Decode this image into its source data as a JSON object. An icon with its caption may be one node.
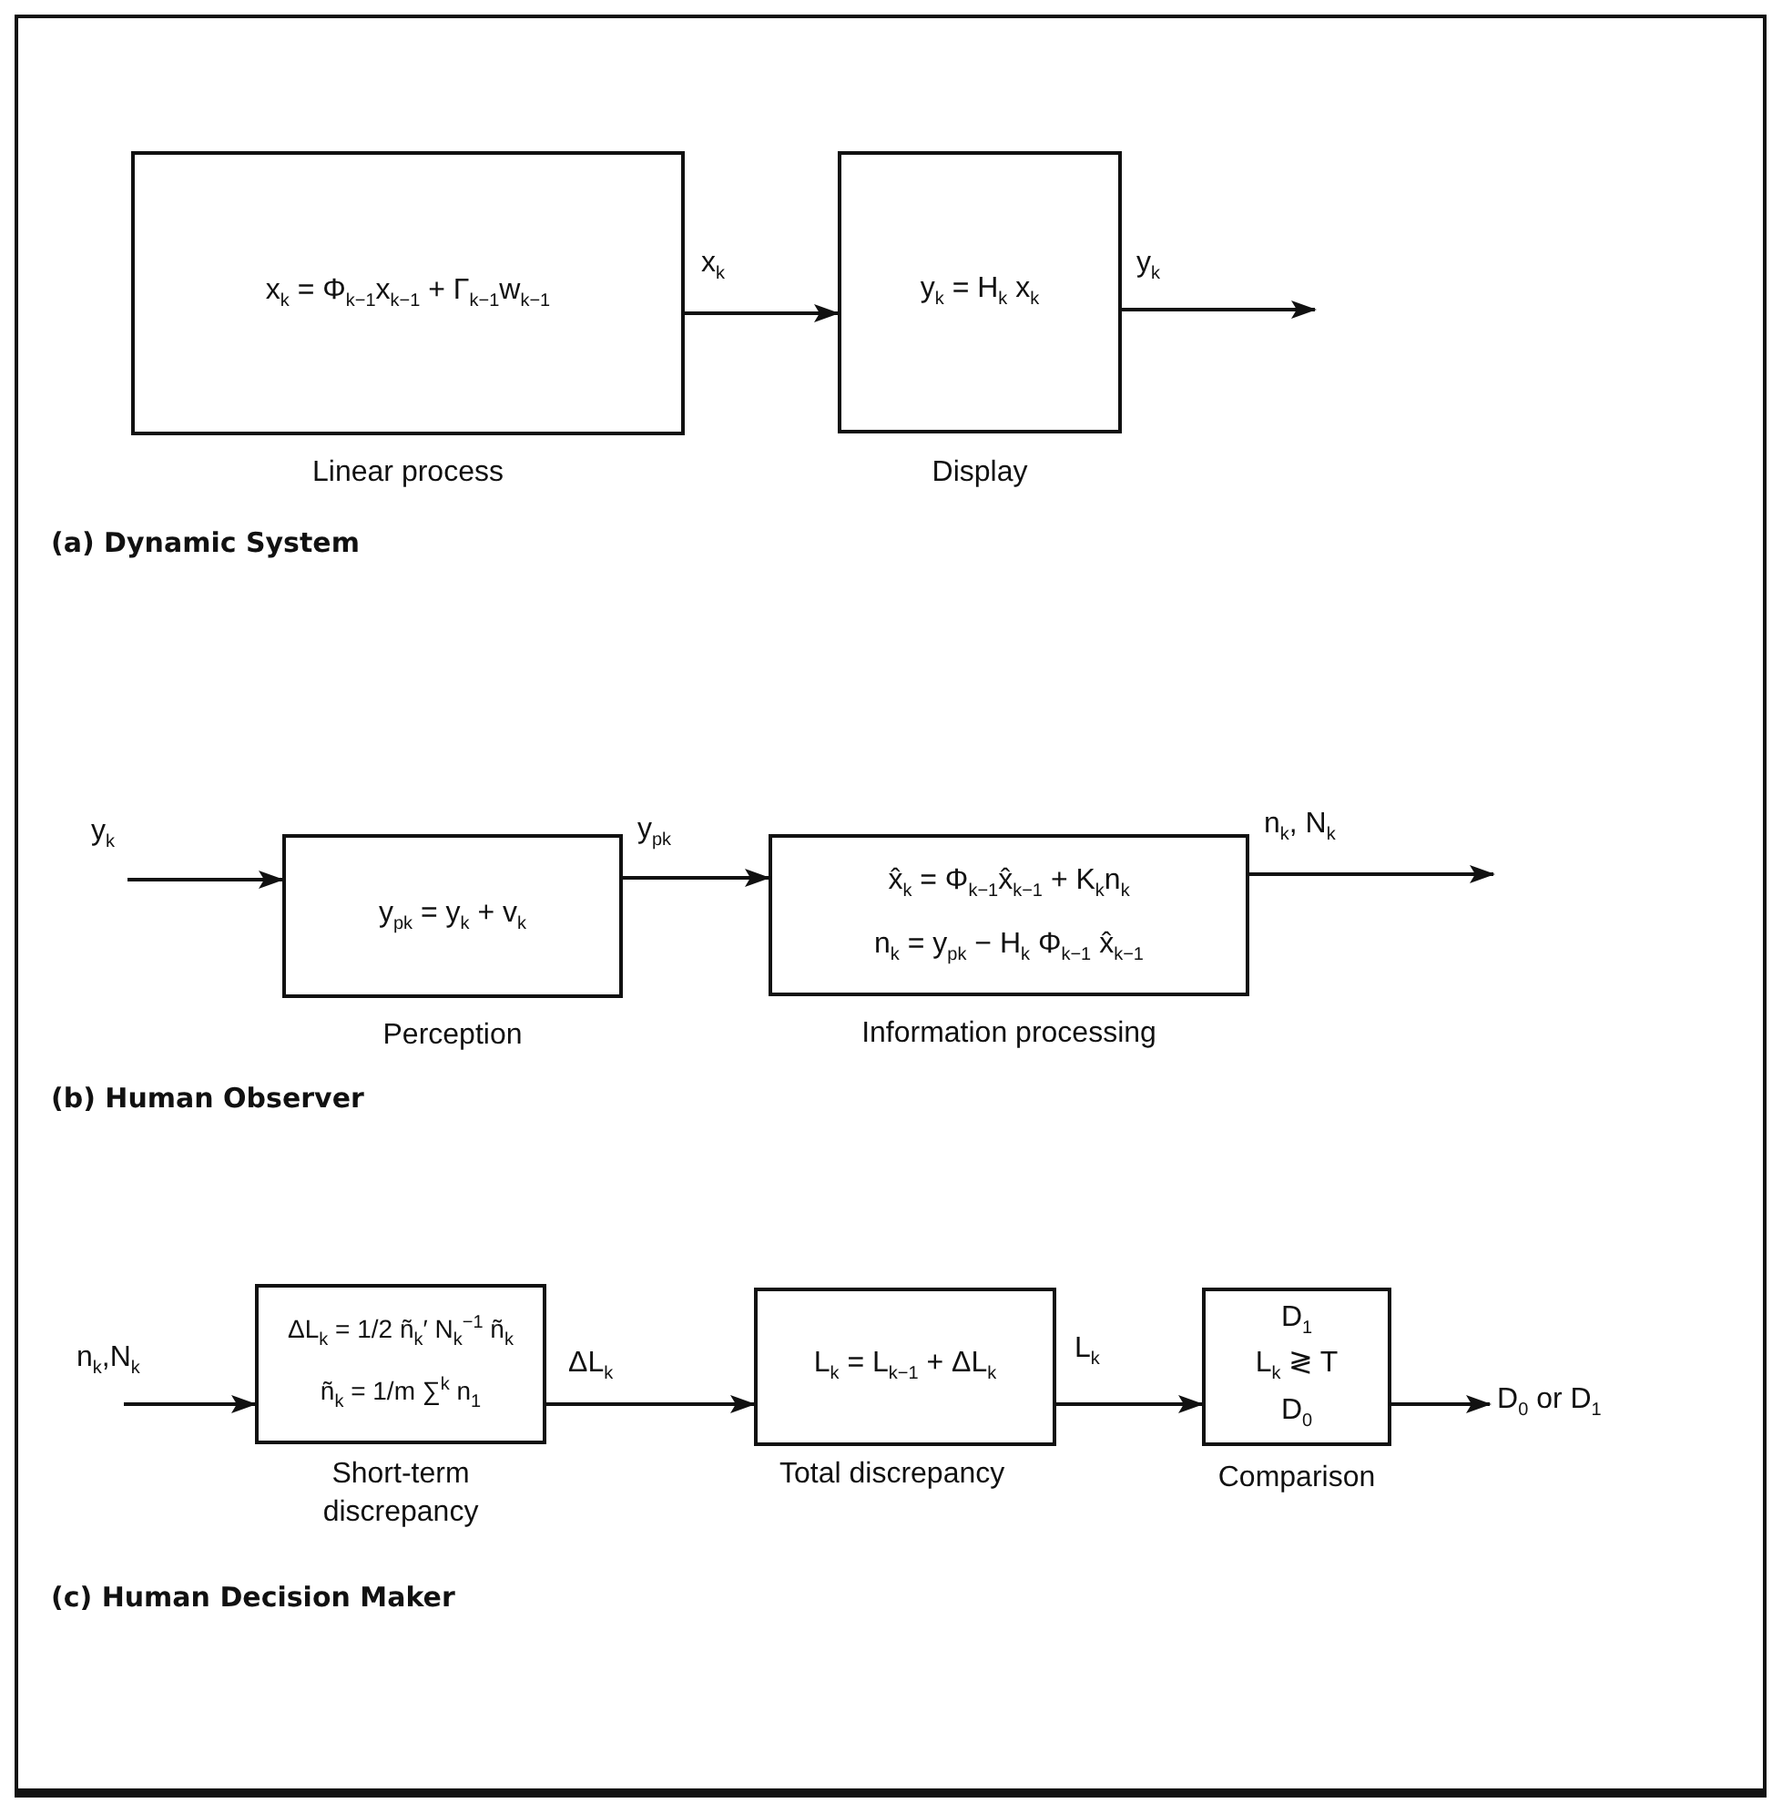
{
  "diagram": {
    "nodes": [
      {
        "text": [
          "x$_{k}$ = Φ$_{k−1}$x$_{k−1}$ + Γ$_{k−1}$w$_{k−1}$"
        ],
        "beside": [
          "Linear process"
        ]
      },
      {
        "text": [
          "y$_{k}$ = H$_{k}$ x$_{k}$"
        ],
        "beside": [
          "Display"
        ]
      },
      {
        "text": [
          "y$_{pk}$ = y$_{k}$ + v$_{k}$"
        ],
        "beside": [
          "Perception"
        ]
      },
      {
        "text": [
          "x̂$_{k}$ = Φ$_{k−1}$x̂$_{k−1}$ + K$_{k}$n$_{k}$",
          "n$_{k}$ = y$_{pk}$ − H$_{k}$ Φ$_{k−1}$ x̂$_{k−1}$"
        ],
        "beside": [
          "Information processing"
        ]
      },
      {
        "text": [
          "ΔL$_{k}$ = 1/2 ñ$_{k}$′ N$_{k}$$^{−1}$ ñ$_{k}$",
          "ñ$_{k}$ = 1/m ∑$^{k}$ n$_{1}$"
        ],
        "beside": [
          "Short-term discrepancy"
        ]
      },
      {
        "text": [
          "L$_{k}$ = L$_{k−1}$ + ΔL$_{k}$"
        ],
        "beside": [
          "Total discrepancy"
        ]
      },
      {
        "text": [
          "D$_{1}$",
          "L$_{k}$ ≷ T",
          "D$_{0}$"
        ],
        "beside": [
          "Comparison"
        ]
      }
    ],
    "edges": [
      {
        "from": 0,
        "to": 1,
        "arrow": "to",
        "label": "x$_{k}$"
      },
      {
        "from": 1,
        "to": null,
        "arrow": "to",
        "label": "y$_{k}$"
      },
      {
        "from": null,
        "to": 2,
        "arrow": "to",
        "label": "y$_{k}$"
      },
      {
        "from": 2,
        "to": 3,
        "arrow": "to",
        "label": "y$_{pk}$"
      },
      {
        "from": 3,
        "to": null,
        "arrow": "to",
        "label": "n$_{k}$, N$_{k}$"
      },
      {
        "from": null,
        "to": 4,
        "arrow": "to",
        "label": "n$_{k}$,N$_{k}$"
      },
      {
        "from": 4,
        "to": 5,
        "arrow": "to",
        "label": "ΔL$_{k}$"
      },
      {
        "from": 5,
        "to": 6,
        "arrow": "to",
        "label": "L$_{k}$"
      },
      {
        "from": 6,
        "to": null,
        "arrow": "to",
        "label": "D$_{0}$ or D$_{1}$"
      }
    ],
    "labels": [
      "(a) Dynamic System",
      "(b) Human Observer",
      "(c) Human Decision Maker"
    ]
  }
}
